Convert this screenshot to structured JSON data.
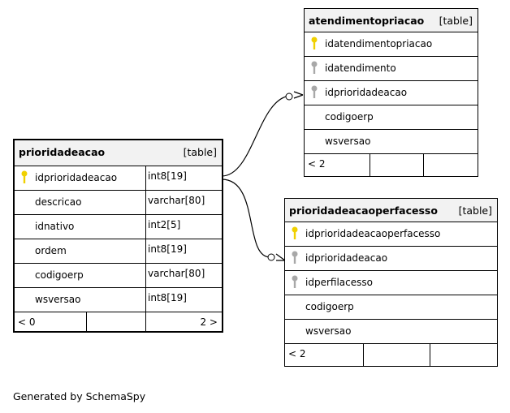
{
  "tables": {
    "prioridadeacao": {
      "name": "prioridadeacao",
      "kind": "[table]",
      "columns": [
        {
          "name": "idprioridadeacao",
          "type": "int8[19]",
          "key": "primary"
        },
        {
          "name": "descricao",
          "type": "varchar[80]",
          "key": "none"
        },
        {
          "name": "idnativo",
          "type": "int2[5]",
          "key": "none"
        },
        {
          "name": "ordem",
          "type": "int8[19]",
          "key": "none"
        },
        {
          "name": "codigoerp",
          "type": "varchar[80]",
          "key": "none"
        },
        {
          "name": "wsversao",
          "type": "int8[19]",
          "key": "none"
        }
      ],
      "footer_left": "< 0",
      "footer_right": "2 >"
    },
    "atendimentopriacao": {
      "name": "atendimentopriacao",
      "kind": "[table]",
      "columns": [
        {
          "name": "idatendimentopriacao",
          "key": "primary"
        },
        {
          "name": "idatendimento",
          "key": "foreign"
        },
        {
          "name": "idprioridadeacao",
          "key": "foreign"
        },
        {
          "name": "codigoerp",
          "key": "none"
        },
        {
          "name": "wsversao",
          "key": "none"
        }
      ],
      "footer_left": "< 2"
    },
    "prioridadeacaoperfacesso": {
      "name": "prioridadeacaoperfacesso",
      "kind": "[table]",
      "columns": [
        {
          "name": "idprioridadeacaoperfacesso",
          "key": "primary"
        },
        {
          "name": "idprioridadeacao",
          "key": "foreign"
        },
        {
          "name": "idperfilacesso",
          "key": "foreign"
        },
        {
          "name": "codigoerp",
          "key": "none"
        },
        {
          "name": "wsversao",
          "key": "none"
        }
      ],
      "footer_left": "< 2"
    }
  },
  "colors": {
    "primary_key": "#f0d000",
    "foreign_key": "#a8a8a8",
    "header_bg": "#f2f2f2"
  },
  "credit": "Generated by SchemaSpy"
}
